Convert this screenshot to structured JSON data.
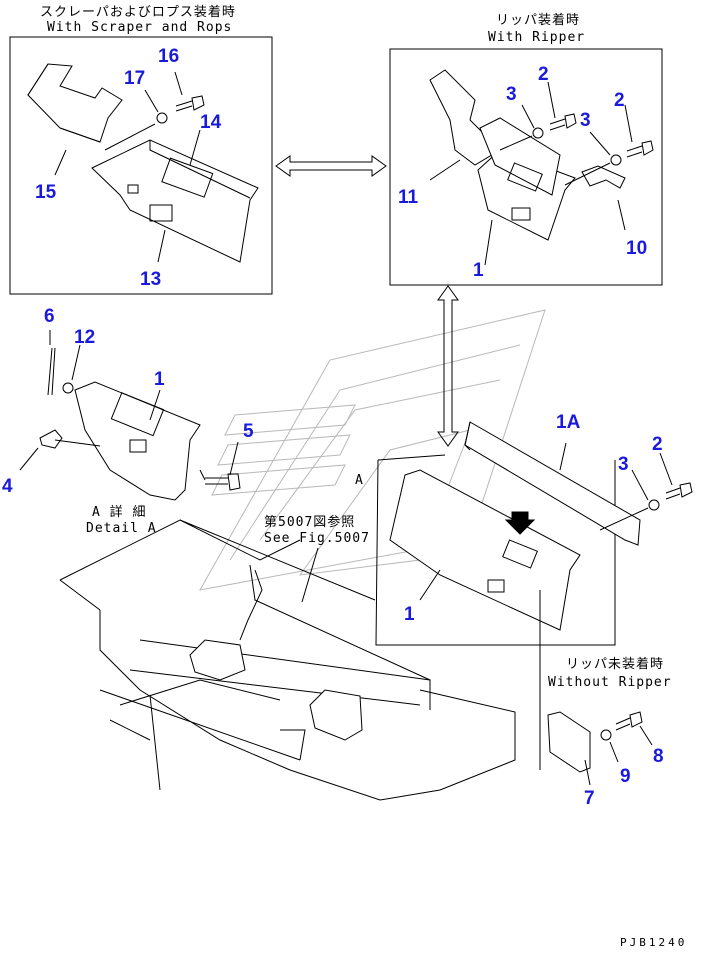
{
  "captions": {
    "scraper_jp": "スクレーパおよびロプス装着時",
    "scraper_en": "With Scraper and Rops",
    "ripper_jp": "リッパ装着時",
    "ripper_en": "With Ripper",
    "detail_jp": "A 詳 細",
    "detail_en": "Detail A",
    "see_fig_jp": "第5007図参照",
    "see_fig_en": "See Fig.5007",
    "without_ripper_jp": "リッパ未装着時",
    "without_ripper_en": "Without Ripper",
    "detail_marker": "A"
  },
  "callouts": {
    "c16": "16",
    "c17": "17",
    "c14": "14",
    "c15": "15",
    "c13": "13",
    "r2a": "2",
    "r3a": "3",
    "r3b": "3",
    "r2b": "2",
    "r11": "11",
    "r10": "10",
    "r1": "1",
    "c6": "6",
    "c12": "12",
    "c1a": "1",
    "c5": "5",
    "c4": "4",
    "c1A": "1A",
    "c2": "2",
    "c3": "3",
    "c1b": "1",
    "c8": "8",
    "c9": "9",
    "c7": "7"
  },
  "drawing_code": "PJB1240",
  "colors": {
    "callout": "#1a1adc",
    "line": "#000000",
    "watermark": "#b8b8b8"
  }
}
